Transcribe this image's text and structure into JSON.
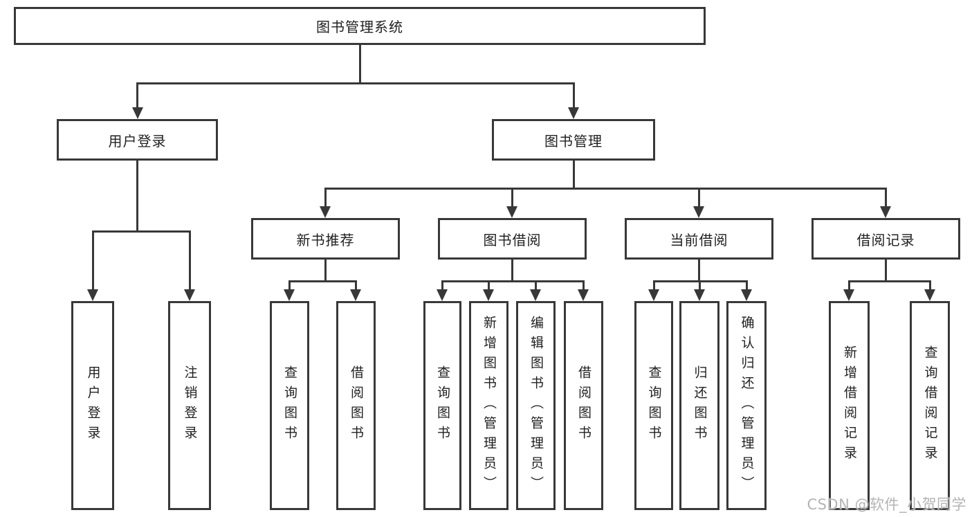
{
  "diagram": {
    "root": {
      "label": "图书管理系统"
    },
    "branches": {
      "user_login": {
        "label": "用户登录",
        "children": [
          "用户登录",
          "注销登录"
        ]
      },
      "book_mgmt": {
        "label": "图书管理",
        "modules": [
          {
            "label": "新书推荐",
            "children": [
              "查询图书",
              "借阅图书"
            ]
          },
          {
            "label": "图书借阅",
            "children": [
              "查询图书",
              "新增图书（管理员）",
              "编辑图书（管理员）",
              "借阅图书"
            ]
          },
          {
            "label": "当前借阅",
            "children": [
              "查询图书",
              "归还图书",
              "确认归还（管理员）"
            ]
          },
          {
            "label": "借阅记录",
            "children": [
              "新增借阅记录",
              "查询借阅记录"
            ]
          }
        ]
      }
    },
    "watermark": "CSDN @软件_小贺同学",
    "colors": {
      "line": "#383838",
      "text": "#212121",
      "background": "#ffffff",
      "watermark": "#b4b4b4"
    }
  }
}
